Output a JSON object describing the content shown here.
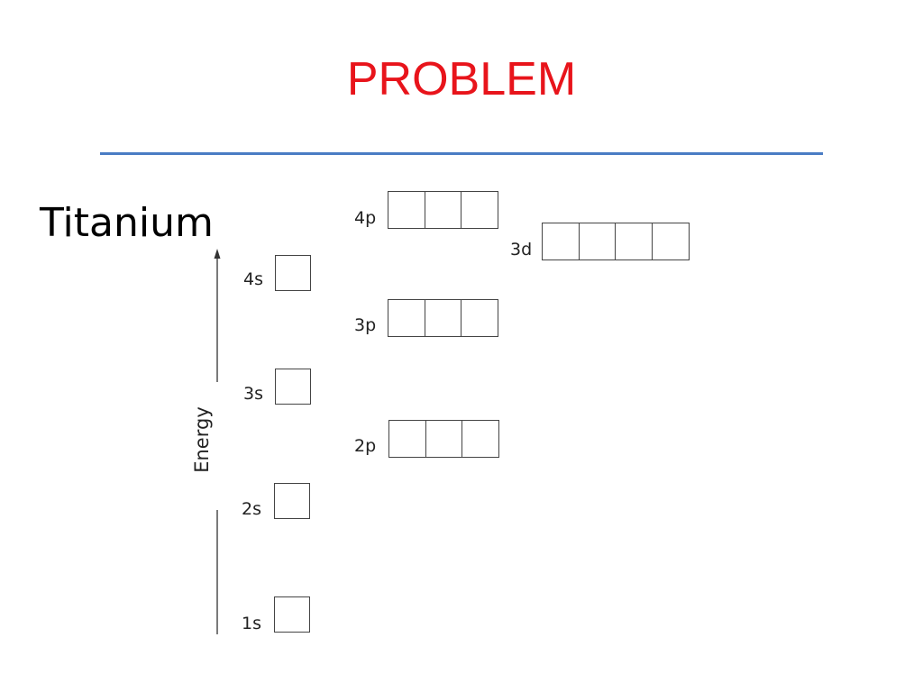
{
  "title": "PROBLEM",
  "subject": "Titanium",
  "axis_label": "Energy",
  "colors": {
    "title": "#e8141b",
    "divider": "#4a7cc4"
  },
  "orbitals": {
    "s1": {
      "label": "1s",
      "boxes": 1
    },
    "s2": {
      "label": "2s",
      "boxes": 1
    },
    "s3": {
      "label": "3s",
      "boxes": 1
    },
    "s4": {
      "label": "4s",
      "boxes": 1
    },
    "p2": {
      "label": "2p",
      "boxes": 3
    },
    "p3": {
      "label": "3p",
      "boxes": 3
    },
    "p4": {
      "label": "4p",
      "boxes": 3
    },
    "d3": {
      "label": "3d",
      "boxes": 4
    }
  }
}
